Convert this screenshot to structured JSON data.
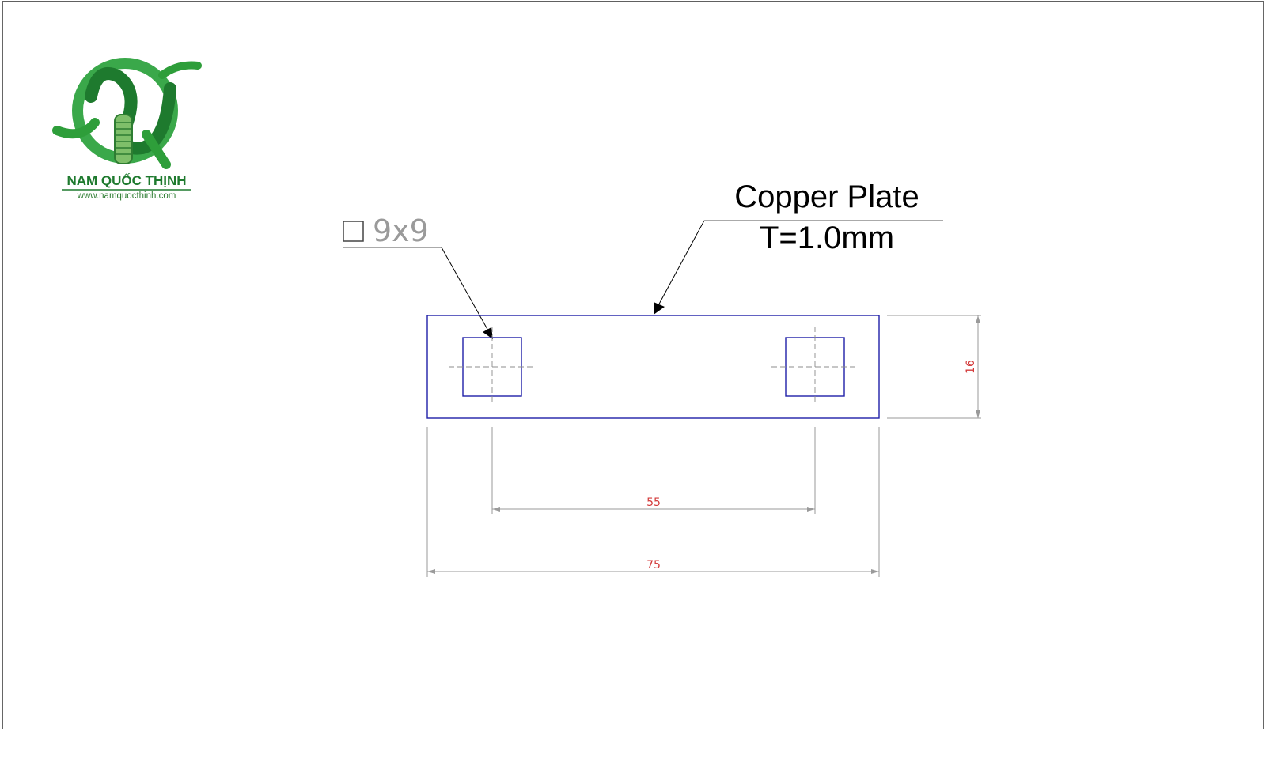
{
  "logo": {
    "company_name": "NAM QUỐC THỊNH",
    "website": "www.namquocthinh.com"
  },
  "annotations": {
    "material_line1": "Copper Plate",
    "material_line2": "T=1.0mm",
    "hole_size": "9x9"
  },
  "dimensions": {
    "hole_spacing": "55",
    "overall_length": "75",
    "overall_width": "16"
  },
  "colors": {
    "outline": "#1f1fa8",
    "dimension_text": "#d33a3a",
    "dimension_line": "#9a9a9a",
    "logo_green": "#2e9e3a",
    "logo_dark_green": "#1e7a2e",
    "frame": "#000000"
  }
}
